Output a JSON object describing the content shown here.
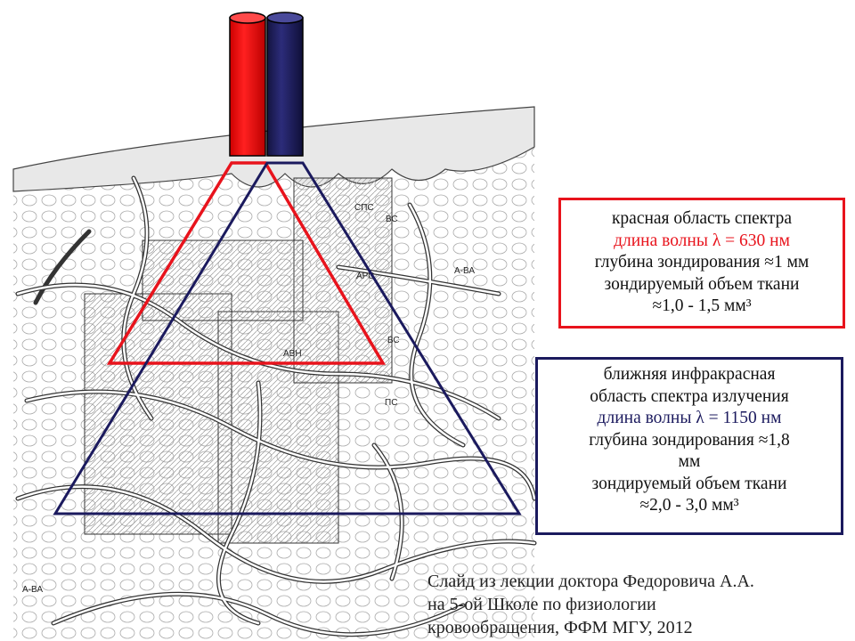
{
  "diagram": {
    "labels": [
      "СПС",
      "ВС",
      "АРС",
      "А-ВА",
      "ВС",
      "ПС",
      "АВН",
      "А-ВА"
    ],
    "colors": {
      "red": "#e8131c",
      "navy": "#1b1a5e"
    }
  },
  "red_box": {
    "line1": "красная  область  спектра",
    "line2": "длина  волны  λ = 630 нм",
    "line3": "глубина  зондирования  ≈1 мм",
    "line4": "зондируемый  объем  ткани",
    "line5": "≈1,0 - 1,5 мм³"
  },
  "ir_box": {
    "line1": "ближняя  инфракрасная",
    "line2": "область спектра  излучения",
    "line3": "длина  волны  λ = 1150 нм",
    "line4": "глубина  зондирования  ≈1,8",
    "line5": "мм",
    "line6": "зондируемый  объем  ткани",
    "line7": "≈2,0 - 3,0 мм³"
  },
  "caption": {
    "line1": "Слайд из лекции доктора Федоровича А.А.",
    "line2": "на 5-ой Школе по физиологии",
    "line3": "кровообращения, ФФМ МГУ, 2012"
  }
}
